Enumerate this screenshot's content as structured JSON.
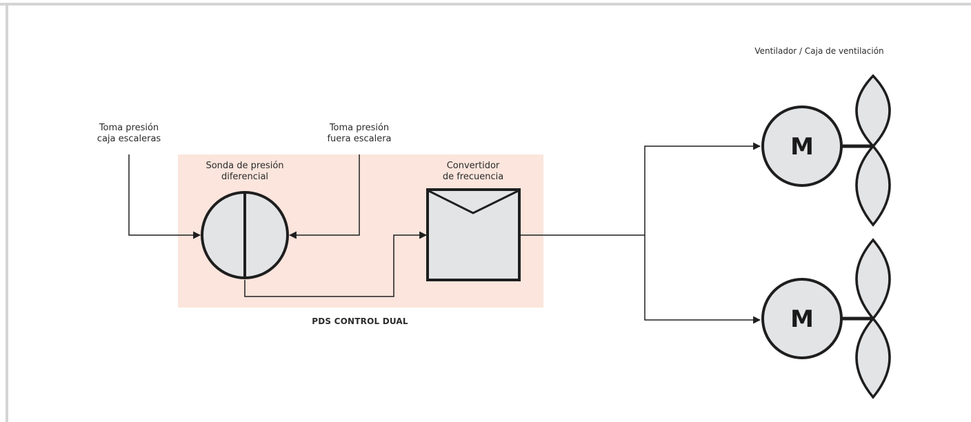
{
  "colors": {
    "frame": "#d4d4d4",
    "panel_fill": "#fbe5dc",
    "component_fill": "#e3e4e6",
    "line": "#1e1e1e",
    "text": "#2b2b2b"
  },
  "labels": {
    "fan_title": "Ventilador / Caja de ventilación",
    "tap_inside": {
      "line1": "Toma presión",
      "line2": "caja escaleras"
    },
    "tap_outside": {
      "line1": "Toma presión",
      "line2": "fuera escalera"
    },
    "sensor": {
      "line1": "Sonda de presión",
      "line2": "diferencial"
    },
    "converter": {
      "line1": "Convertidor",
      "line2": "de frecuencia"
    },
    "panel_caption": "PDS CONTROL DUAL"
  },
  "motors": [
    {
      "letter": "M"
    },
    {
      "letter": "M"
    }
  ]
}
